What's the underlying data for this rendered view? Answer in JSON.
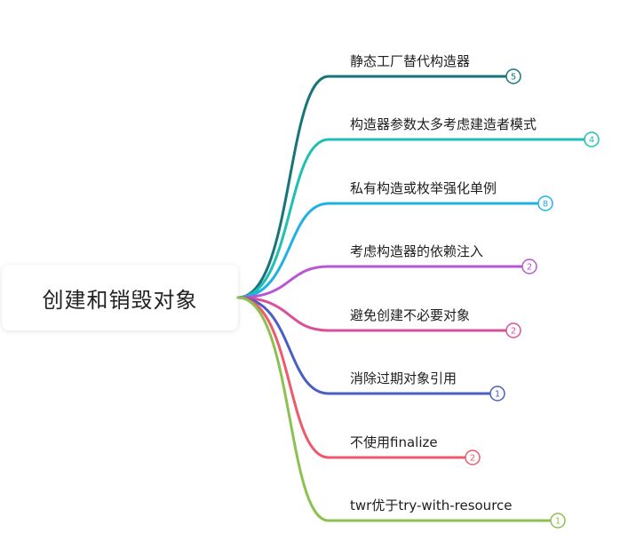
{
  "root": {
    "label": "创建和销毁对象"
  },
  "branches": [
    {
      "label": "静态工厂替代构造器",
      "count": "5",
      "color": "#17757a"
    },
    {
      "label": "构造器参数太多考虑建造者模式",
      "count": "4",
      "color": "#1ebfb4"
    },
    {
      "label": "私有构造或枚举强化单例",
      "count": "8",
      "color": "#1fb1e6"
    },
    {
      "label": "考虑构造器的依赖注入",
      "count": "2",
      "color": "#b857d6"
    },
    {
      "label": "避免创建不必要对象",
      "count": "2",
      "color": "#d9519a"
    },
    {
      "label": "消除过期对象引用",
      "count": "1",
      "color": "#4a5fc3"
    },
    {
      "label": "不使用finalize",
      "count": "2",
      "color": "#ee5a6b"
    },
    {
      "label": "twr优于try-with-resource",
      "count": "1",
      "color": "#8cc152"
    }
  ]
}
